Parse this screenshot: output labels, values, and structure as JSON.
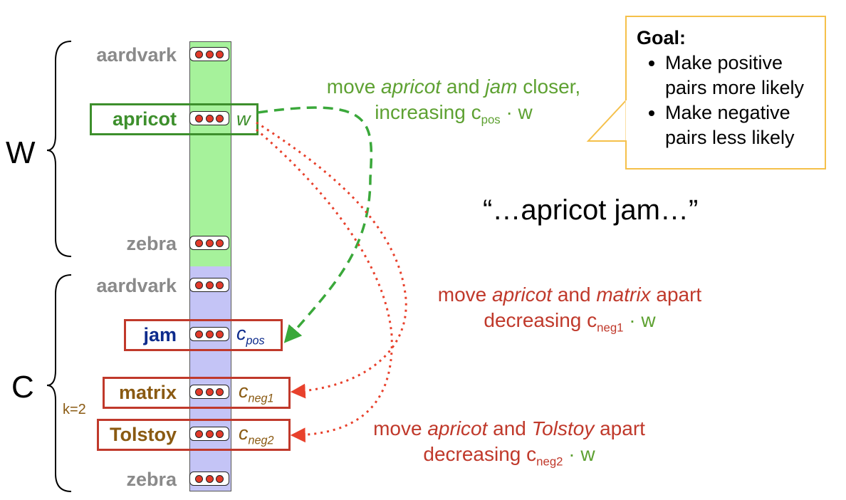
{
  "matrix_labels": {
    "w": "W",
    "c": "C"
  },
  "k_label": "k=2",
  "w_words": {
    "top": "aardvark",
    "target": "apricot",
    "bottom": "zebra"
  },
  "c_words": {
    "top": "aardvark",
    "pos": "jam",
    "neg1": "matrix",
    "neg2": "Tolstoy",
    "bottom": "zebra"
  },
  "vector_labels": {
    "w": "w",
    "c": "c",
    "pos": "pos",
    "neg1": "neg1",
    "neg2": "neg2"
  },
  "annotations": {
    "pos": {
      "l1_a": "move ",
      "l1_word1": "apricot",
      "l1_b": " and ",
      "l1_word2": "jam",
      "l1_c": " closer,",
      "l2_a": "increasing c",
      "l2_sub": "pos",
      "l2_b": " · w"
    },
    "neg1": {
      "l1_a": "move ",
      "l1_word1": "apricot",
      "l1_b": " and ",
      "l1_word2": "matrix",
      "l1_c": " apart",
      "l2_a": "decreasing c",
      "l2_sub": "neg1",
      "l2_b": " · w"
    },
    "neg2": {
      "l1_a": "move ",
      "l1_word1": "apricot",
      "l1_b": " and ",
      "l1_word2": "Tolstoy",
      "l1_c": " apart",
      "l2_a": "decreasing c",
      "l2_sub": "neg2",
      "l2_b": " · w"
    }
  },
  "quote": "“…apricot jam…”",
  "goal": {
    "title": "Goal:",
    "items": [
      "Make positive pairs more likely",
      "Make negative pairs less likely"
    ]
  },
  "colors": {
    "w_region": "#a6f29b",
    "c_region": "#c4c4f6",
    "green": "#3d8f2c",
    "ann_green": "#5ea132",
    "red": "#c0392b",
    "arrow_red": "#e8412c",
    "dark_blue": "#0d2b8c",
    "brown": "#8a5a12",
    "goal_border": "#f5c04a"
  }
}
